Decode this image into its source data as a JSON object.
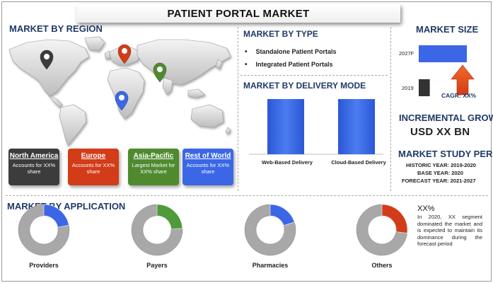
{
  "title": "PATIENT PORTAL MARKET",
  "sections": {
    "region": "MARKET BY REGION",
    "type": "MARKET BY TYPE",
    "delivery": "MARKET BY DELIVERY MODE",
    "size": "MARKET SIZE",
    "growth": "INCREMENTAL GROWTH",
    "period": "MARKET STUDY PERIOD",
    "application": "MARKET BY APPLICATION"
  },
  "regions": [
    {
      "name": "North America",
      "desc": "Accounts for XX% share",
      "color": "#3c3c3c"
    },
    {
      "name": "Europe",
      "desc": "Accounts for XX% share",
      "color": "#d23c18"
    },
    {
      "name": "Asia-Pacific",
      "desc": "Largest Market for XX% share",
      "color": "#4f8a2f"
    },
    {
      "name": "Rest of World",
      "desc": "Accounts for XX% share",
      "color": "#3b67e6"
    }
  ],
  "map_pins": [
    {
      "name": "north-america-pin",
      "color": "#3c3c3c"
    },
    {
      "name": "europe-pin",
      "color": "#d23c18"
    },
    {
      "name": "asia-pacific-pin",
      "color": "#4f8a2f"
    },
    {
      "name": "rest-of-world-pin",
      "color": "#3b67e6"
    }
  ],
  "types": [
    "Standalone Patient Portals",
    "Integrated Patient Portals"
  ],
  "chart_data": [
    {
      "type": "bar",
      "categories": [
        "Web-Based Delivery",
        "Cloud-Based Delivery"
      ],
      "values": [
        100,
        100
      ],
      "color": "#3b67e6"
    },
    {
      "type": "bar",
      "orientation": "horizontal",
      "categories": [
        "2027F",
        "2019"
      ],
      "values": [
        100,
        23
      ],
      "colors": [
        "#3b67e6",
        "#333333"
      ]
    },
    {
      "type": "pie",
      "style": "donut",
      "slices": [
        {
          "label": "Providers",
          "highlight": 0.22,
          "color": "#3b67e6"
        },
        {
          "label": "Payers",
          "highlight": 0.24,
          "color": "#4f9a3a"
        },
        {
          "label": "Pharmacies",
          "highlight": 0.2,
          "color": "#3b67e6"
        },
        {
          "label": "Others",
          "highlight": 0.27,
          "color": "#d23c18"
        }
      ]
    }
  ],
  "cagr": "CAGR: XX%",
  "incremental_value": "USD XX BN",
  "study_period": [
    "HISTORIC YEAR: 2019-2020",
    "BASE YEAR: 2020",
    "FORECAST YEAR: 2021-2027"
  ],
  "note": {
    "title": "XX%",
    "text": "In 2020, XX segment dominated the market and is expected to maintain its dominance during the forecast period"
  }
}
